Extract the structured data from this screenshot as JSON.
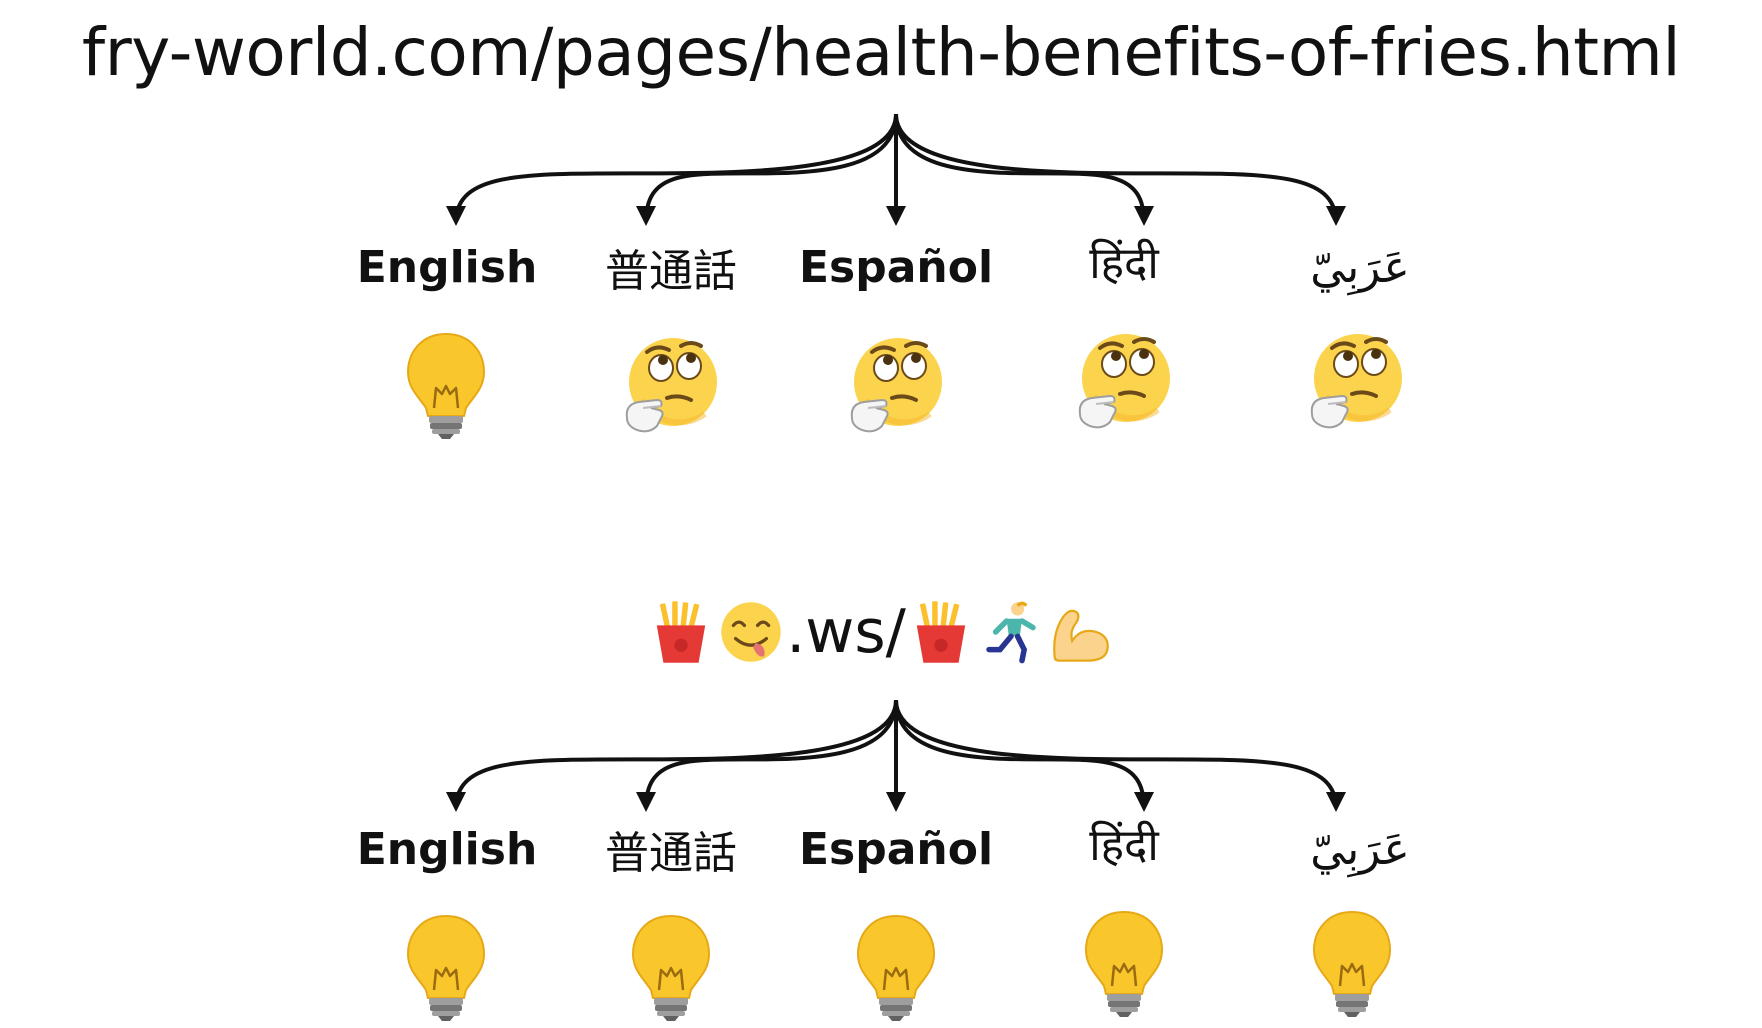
{
  "top_url": "fry-world.com/pages/health-benefits-of-fries.html",
  "bottom_url": {
    "parts": [
      {
        "kind": "emoji",
        "icon": "fries-icon"
      },
      {
        "kind": "emoji",
        "icon": "yum-face-icon"
      },
      {
        "kind": "text",
        "text": ".ws/"
      },
      {
        "kind": "emoji",
        "icon": "fries-icon"
      },
      {
        "kind": "emoji",
        "icon": "runner-icon"
      },
      {
        "kind": "emoji",
        "icon": "flexed-biceps-icon"
      }
    ]
  },
  "languages": [
    "English",
    "普通話",
    "Español",
    "हिंदी",
    "عَرَبِيّ"
  ],
  "top_row_icons": [
    "lightbulb-icon",
    "thinking-face-icon",
    "thinking-face-icon",
    "thinking-face-icon",
    "thinking-face-icon"
  ],
  "bottom_row_icons": [
    "lightbulb-icon",
    "lightbulb-icon",
    "lightbulb-icon",
    "lightbulb-icon",
    "lightbulb-icon"
  ],
  "colors": {
    "bulb": "#f9c72c",
    "bulb_outline": "#e6a817",
    "face": "#fcd34d",
    "face_shade": "#f5b82e",
    "fries_box": "#e53935",
    "fries": "#fbc02d",
    "arm": "#fbd38d"
  }
}
